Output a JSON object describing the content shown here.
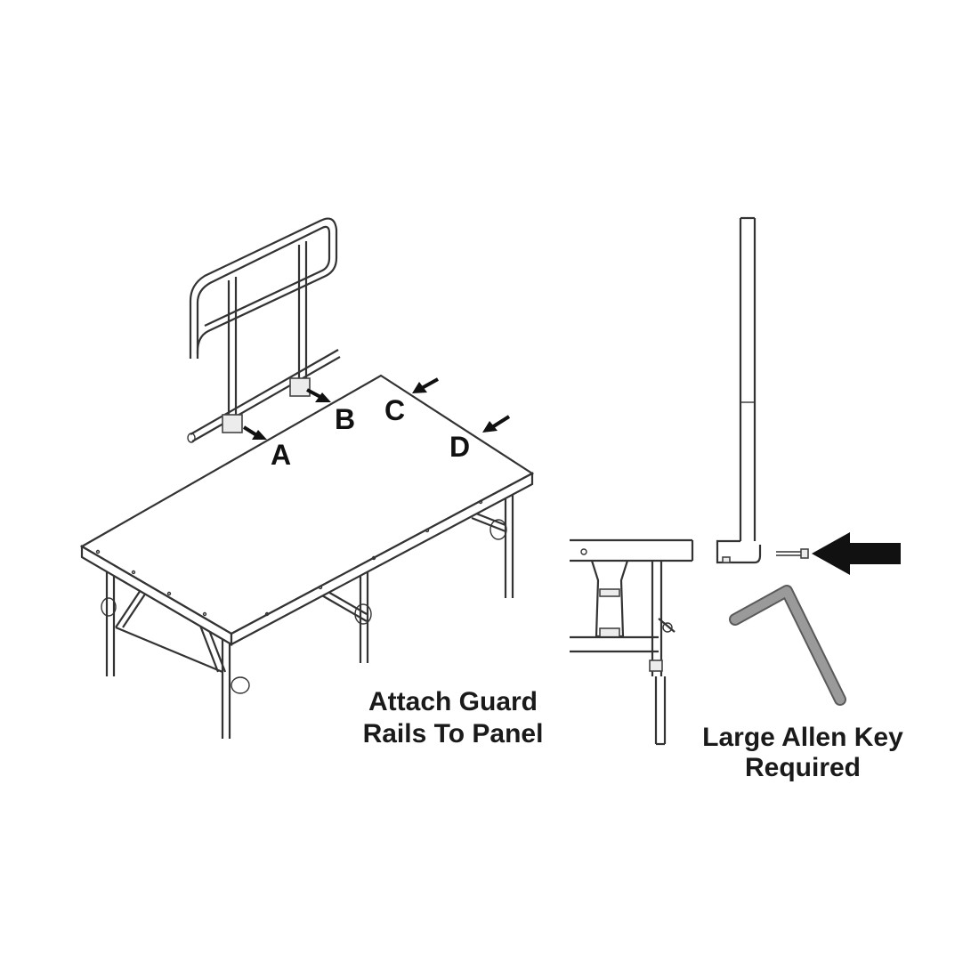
{
  "labels": {
    "a": "A",
    "b": "B",
    "c": "C",
    "d": "D"
  },
  "captions": {
    "attach_line1": "Attach Guard",
    "attach_line2": "Rails To Panel",
    "allen_line1": "Large Allen Key",
    "allen_line2": "Required"
  },
  "colors": {
    "ink": "#1a1a1a",
    "arrow": "#111111",
    "allen_key": "#9a9a9a"
  }
}
